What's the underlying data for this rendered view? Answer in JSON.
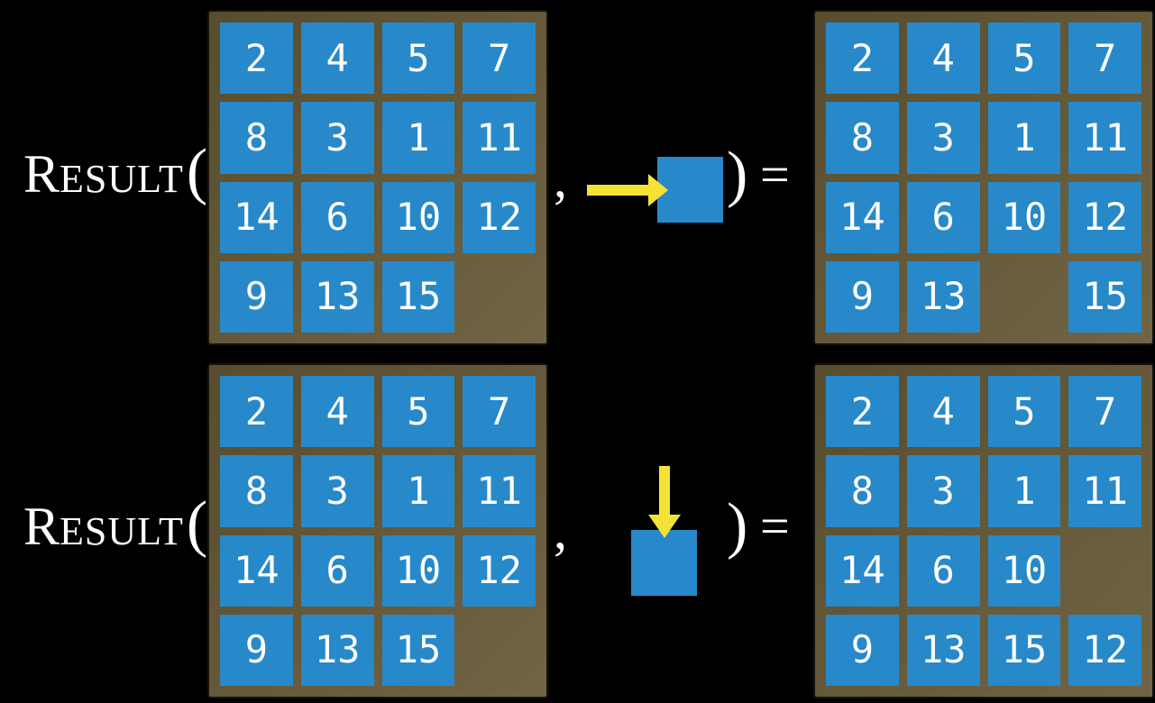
{
  "colors": {
    "background": "#000000",
    "frame": "#665936",
    "frame_border": "#17120a",
    "tile": "#2789c9",
    "number": "#ffffff",
    "arrow": "#f4e336",
    "text": "#ffffff"
  },
  "icons": {
    "row1_move": "arrow-right",
    "row2_move": "arrow-down"
  },
  "rows": [
    {
      "label_initial": "R",
      "label_rest": "ESULT",
      "open_paren": "(",
      "comma": ",",
      "close_paren": ")",
      "equals": "=",
      "action": "slide-tile-right",
      "state_grid": [
        [
          2,
          4,
          5,
          7
        ],
        [
          8,
          3,
          1,
          11
        ],
        [
          14,
          6,
          10,
          12
        ],
        [
          9,
          13,
          15,
          null
        ]
      ],
      "result_grid": [
        [
          2,
          4,
          5,
          7
        ],
        [
          8,
          3,
          1,
          11
        ],
        [
          14,
          6,
          10,
          12
        ],
        [
          9,
          13,
          null,
          15
        ]
      ]
    },
    {
      "label_initial": "R",
      "label_rest": "ESULT",
      "open_paren": "(",
      "comma": ",",
      "close_paren": ")",
      "equals": "=",
      "action": "slide-tile-down",
      "state_grid": [
        [
          2,
          4,
          5,
          7
        ],
        [
          8,
          3,
          1,
          11
        ],
        [
          14,
          6,
          10,
          12
        ],
        [
          9,
          13,
          15,
          null
        ]
      ],
      "result_grid": [
        [
          2,
          4,
          5,
          7
        ],
        [
          8,
          3,
          1,
          11
        ],
        [
          14,
          6,
          10,
          null
        ],
        [
          9,
          13,
          15,
          12
        ]
      ]
    }
  ]
}
